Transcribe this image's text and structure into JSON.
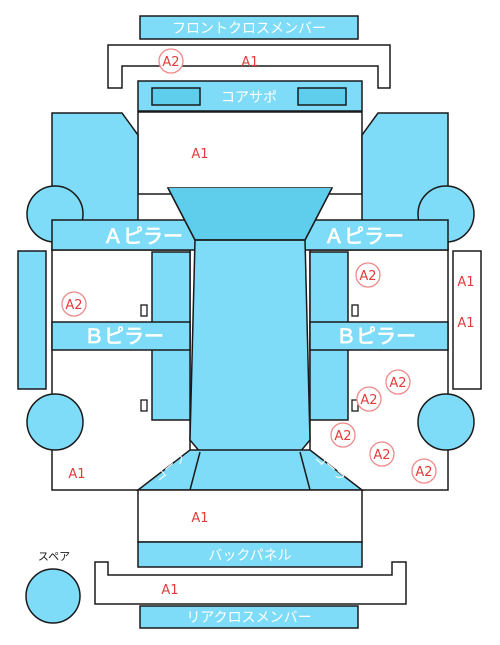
{
  "labels": {
    "front_cross_member": "フロントクロスメンバー",
    "core_support": "コアサポ",
    "a_pillar_left": "Ａピラー",
    "a_pillar_right": "Ａピラー",
    "b_pillar_left": "Ｂピラー",
    "b_pillar_right": "Ｂピラー",
    "back_panel": "バックパネル",
    "rear_cross_member": "リアクロスメンバー",
    "spare": "スペア",
    "rear_curve_left": "ゴーラ",
    "rear_curve_right": "ゴーラ"
  },
  "tags": {
    "front_cm_a2": "A2",
    "front_cm_a1": "A1",
    "hood_a1": "A1",
    "left_door_a2": "A2",
    "right_front_door_a2": "A2",
    "right_side_a1_top": "A1",
    "right_side_a1_bottom": "A1",
    "right_rear_a2_1": "A2",
    "right_rear_a2_2": "A2",
    "right_quarter_a2_1": "A2",
    "right_quarter_a2_2": "A2",
    "right_quarter_a2_3": "A2",
    "left_quarter_a1": "A1",
    "trunk_a1": "A1",
    "rear_cm_a1": "A1"
  },
  "colors": {
    "part_fill": "#7fdcf8",
    "part_dark": "#5fcdec",
    "outline": "#1a1a1a",
    "tag_red": "#e23b3b",
    "tag_circle": "#f08a8a"
  }
}
